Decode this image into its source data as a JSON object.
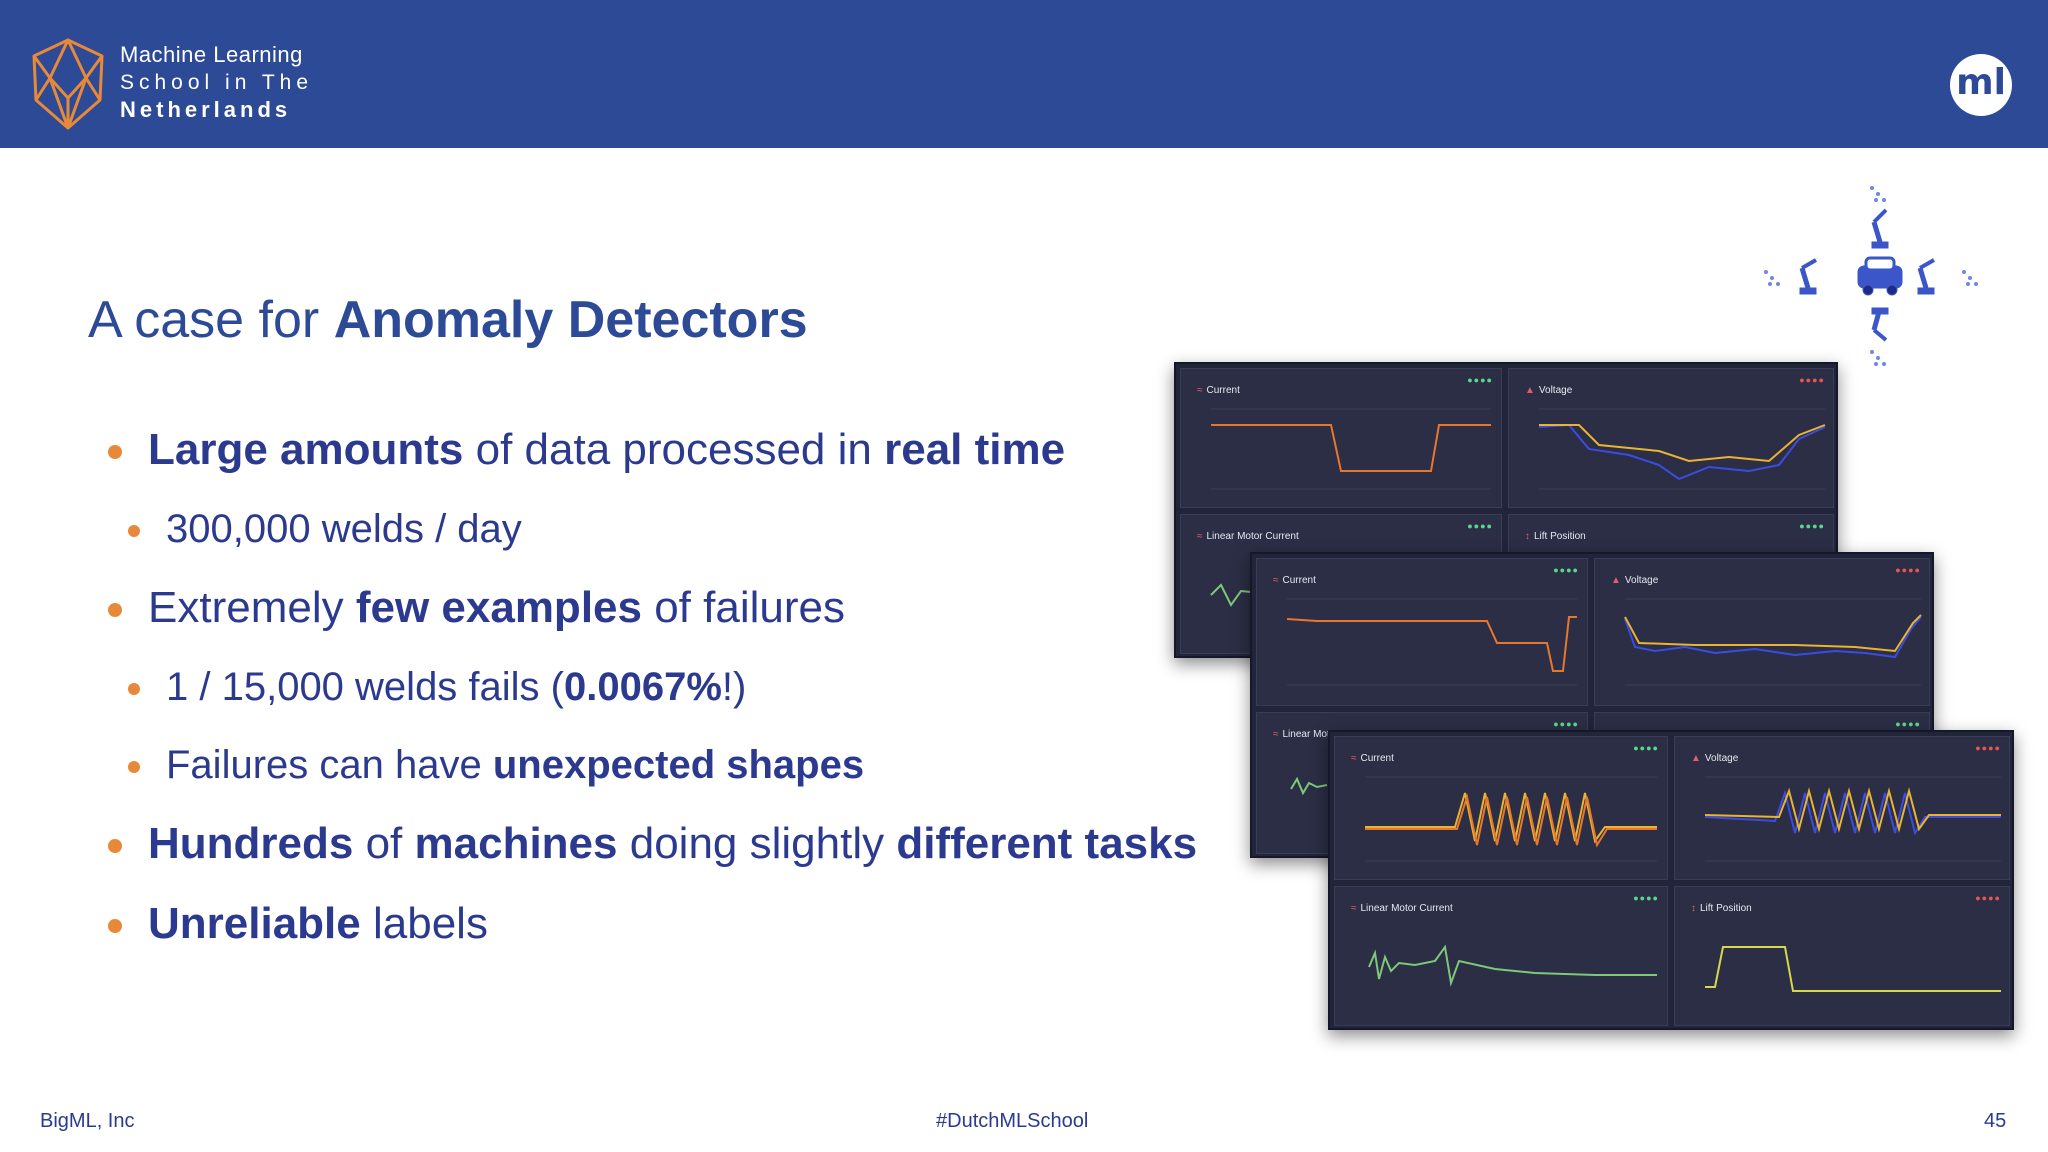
{
  "header": {
    "logo_line1": "Machine Learning",
    "logo_line2": "School in The",
    "logo_line3": "Netherlands",
    "badge_text": "ml",
    "bg_color": "#2d4a96",
    "logo_color": "#e8893a"
  },
  "slide": {
    "title_plain": "A case for ",
    "title_bold": "Anomaly Detectors",
    "bullets": [
      {
        "level": 1,
        "parts": [
          {
            "t": "Large amounts",
            "b": true
          },
          {
            "t": " of data processed in ",
            "b": false
          },
          {
            "t": "real time",
            "b": true
          }
        ]
      },
      {
        "level": 2,
        "parts": [
          {
            "t": "300,000 welds / day",
            "b": false
          }
        ]
      },
      {
        "level": 1,
        "parts": [
          {
            "t": "Extremely ",
            "b": false
          },
          {
            "t": "few examples",
            "b": true
          },
          {
            "t": " of failures",
            "b": false
          }
        ]
      },
      {
        "level": 2,
        "parts": [
          {
            "t": "1 / 15,000 welds fails (",
            "b": false
          },
          {
            "t": "0.0067%",
            "b": true
          },
          {
            "t": "!)",
            "b": false
          }
        ]
      },
      {
        "level": 2,
        "parts": [
          {
            "t": "Failures can have ",
            "b": false
          },
          {
            "t": "unexpected shapes",
            "b": true
          }
        ]
      },
      {
        "level": 1,
        "parts": [
          {
            "t": "Hundreds",
            "b": true
          },
          {
            "t": " of ",
            "b": false
          },
          {
            "t": "machines",
            "b": true
          },
          {
            "t": " doing slightly ",
            "b": false
          },
          {
            "t": "different tasks",
            "b": true
          }
        ]
      },
      {
        "level": 1,
        "parts": [
          {
            "t": "Unreliable",
            "b": true
          },
          {
            "t": " labels",
            "b": false
          }
        ]
      }
    ],
    "bullet_color": "#e8893a"
  },
  "dashboards": {
    "dash1": {
      "p1_title": "Current",
      "p2_title": "Voltage",
      "p3_title": "Linear Motor Current",
      "p4_title": "Lift Position"
    },
    "dash2": {
      "p1_title": "Current",
      "p2_title": "Voltage",
      "p3_title": "Linear Motor"
    },
    "dash3": {
      "p1_title": "Current",
      "p2_title": "Voltage",
      "p3_title": "Linear Motor Current",
      "p4_title": "Lift Position"
    },
    "colors": {
      "current": "#e8772e",
      "voltage_a": "#3a4de0",
      "voltage_b": "#e8b432",
      "motor": "#7ec87a",
      "lift": "#d6d84a"
    }
  },
  "footer": {
    "left": "BigML, Inc",
    "center": "#DutchMLSchool",
    "page": "45"
  }
}
